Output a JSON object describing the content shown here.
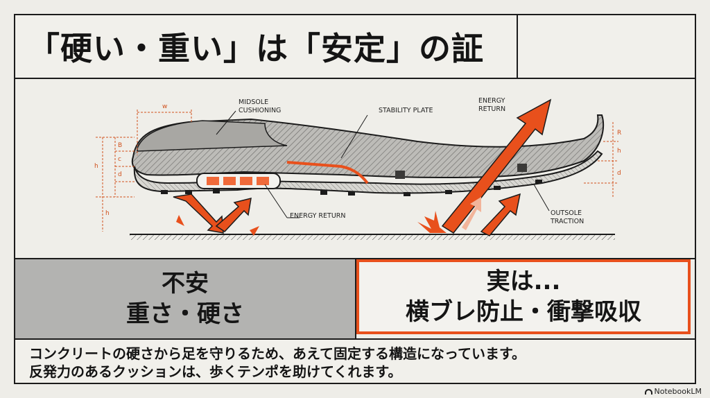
{
  "title": "「硬い・重い」は「安定」の証",
  "diagram": {
    "labels": {
      "midsole": [
        "MIDSOLE",
        "CUSHIONING"
      ],
      "stability_plate": "STABILITY PLATE",
      "energy_return_top": [
        "ENERGY",
        "RETURN"
      ],
      "energy_return_bottom": "ENERGY RETURN",
      "outsole": [
        "OUTSOLE",
        "TRACTION"
      ]
    },
    "dimensions": {
      "w": "w",
      "b": "B",
      "h_left": "h",
      "c": "c",
      "d_left": "d",
      "h_bottom": "h",
      "r": "R",
      "h_right": "h",
      "d_right": "d"
    },
    "colors": {
      "accent": "#e8501c",
      "ink": "#1b1b1b"
    }
  },
  "panel_left": {
    "line1": "不安",
    "line2": "重さ・硬さ"
  },
  "panel_right": {
    "line1": "実は...",
    "line2": "横ブレ防止・衝撃吸収"
  },
  "caption": {
    "line1": "コンクリートの硬さから足を守りるため、あえて固定する構造になっています。",
    "line2": "反発力のあるクッションは、歩くテンポを助けてくれます。"
  },
  "brand": "NotebookLM"
}
